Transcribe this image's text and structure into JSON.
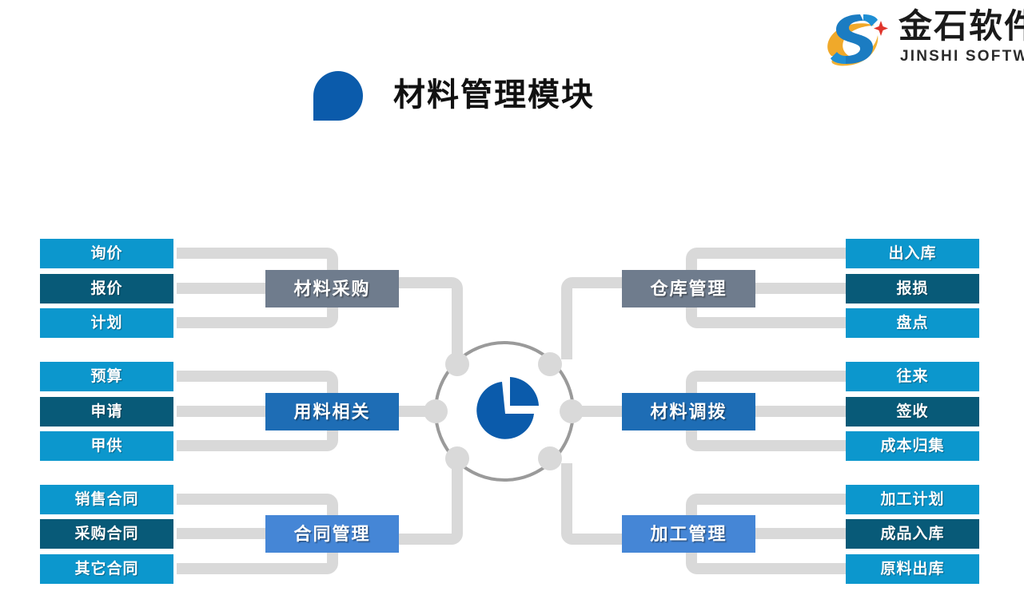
{
  "brand": {
    "name_cn": "金石软件",
    "name_en": "JINSHI SOFTWARE",
    "logo_icon": "jinshi-s-swoosh-logo",
    "colors": {
      "blue": "#1b7cc2",
      "gold": "#f0a92a",
      "red": "#e0352c"
    }
  },
  "header": {
    "title": "材料管理模块",
    "bullet_icon": "blue-teardrop-bullet",
    "bullet_color": "#0B5BAB"
  },
  "center": {
    "icon": "pie-chart-icon",
    "icon_color": "#0B5BAB",
    "ring_color": "#9a9a9a",
    "node_color": "#d9d9d9",
    "node_count": 6
  },
  "palette": {
    "leaf_light": "#0C97CD",
    "leaf_dark": "#085A78",
    "branch_gray": "#6F7C8D",
    "branch_blue": "#1E6DB5",
    "branch_blue_light": "#4586D6",
    "connector": "#d9d9d9"
  },
  "groups": [
    {
      "id": "material-purchase",
      "side": "left",
      "branch": {
        "label": "材料采购",
        "tone": "gray"
      },
      "leaves": [
        {
          "label": "询价",
          "tone": "light"
        },
        {
          "label": "报价",
          "tone": "dark"
        },
        {
          "label": "计划",
          "tone": "light"
        }
      ]
    },
    {
      "id": "material-usage",
      "side": "left",
      "branch": {
        "label": "用料相关",
        "tone": "blue"
      },
      "leaves": [
        {
          "label": "预算",
          "tone": "light"
        },
        {
          "label": "申请",
          "tone": "dark"
        },
        {
          "label": "甲供",
          "tone": "light"
        }
      ]
    },
    {
      "id": "contract-management",
      "side": "left",
      "branch": {
        "label": "合同管理",
        "tone": "blue2"
      },
      "leaves": [
        {
          "label": "销售合同",
          "tone": "light"
        },
        {
          "label": "采购合同",
          "tone": "dark"
        },
        {
          "label": "其它合同",
          "tone": "light"
        }
      ]
    },
    {
      "id": "warehouse-management",
      "side": "right",
      "branch": {
        "label": "仓库管理",
        "tone": "gray"
      },
      "leaves": [
        {
          "label": "出入库",
          "tone": "light"
        },
        {
          "label": "报损",
          "tone": "dark"
        },
        {
          "label": "盘点",
          "tone": "light"
        }
      ]
    },
    {
      "id": "material-transfer",
      "side": "right",
      "branch": {
        "label": "材料调拨",
        "tone": "blue"
      },
      "leaves": [
        {
          "label": "往来",
          "tone": "light"
        },
        {
          "label": "签收",
          "tone": "dark"
        },
        {
          "label": "成本归集",
          "tone": "light"
        }
      ]
    },
    {
      "id": "processing-management",
      "side": "right",
      "branch": {
        "label": "加工管理",
        "tone": "blue2"
      },
      "leaves": [
        {
          "label": "加工计划",
          "tone": "light"
        },
        {
          "label": "成品入库",
          "tone": "dark"
        },
        {
          "label": "原料出库",
          "tone": "light"
        }
      ]
    }
  ]
}
